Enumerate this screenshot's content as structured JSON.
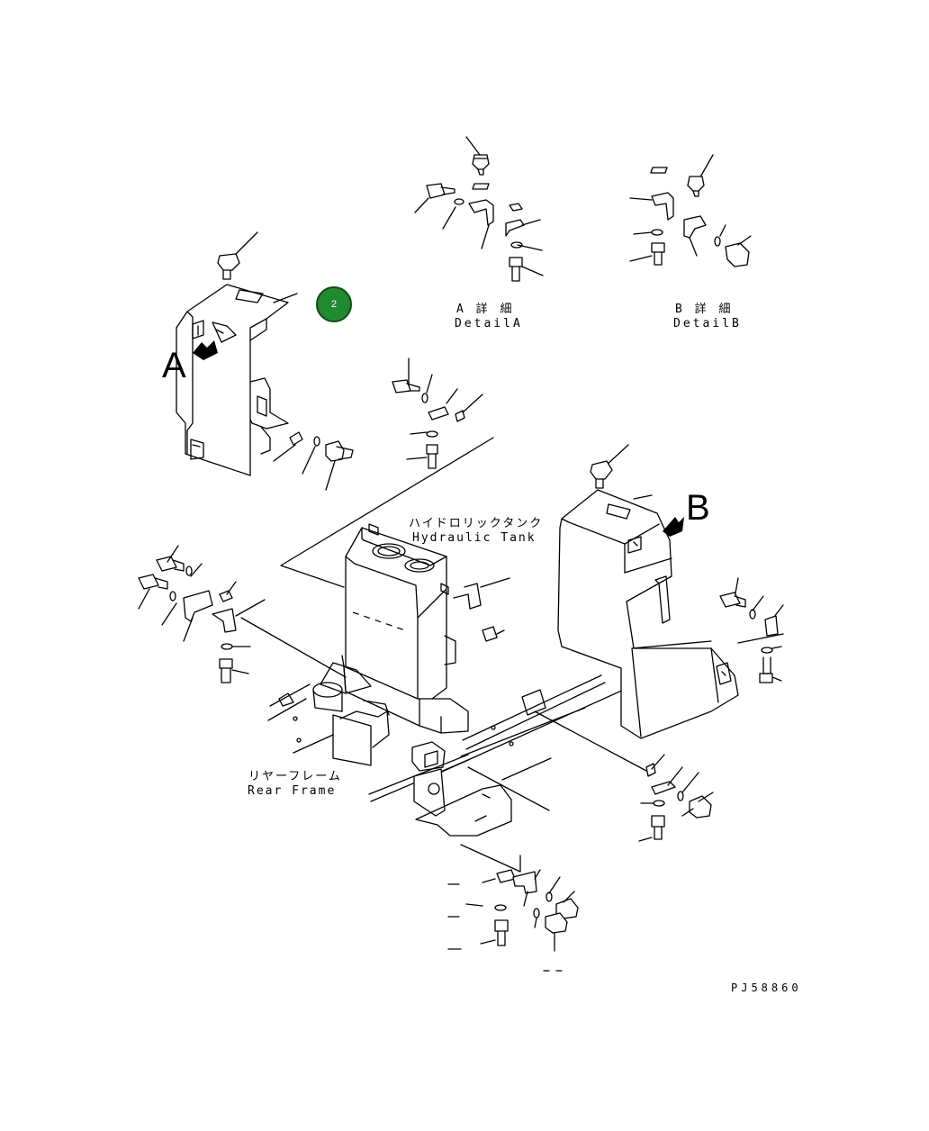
{
  "diagram": {
    "labels": {
      "view_a": "A",
      "view_b": "B",
      "detail_a_jp": "A 詳 細",
      "detail_a_en": "DetailA",
      "detail_b_jp": "B 詳 細",
      "detail_b_en": "DetailB",
      "hydraulic_tank_jp": "ハイドロリックタンク",
      "hydraulic_tank_en": "Hydraulic Tank",
      "rear_frame_jp": "リヤーフレーム",
      "rear_frame_en": "Rear Frame",
      "drawing_code": "PJ58860"
    },
    "marker": {
      "label": "2",
      "color": "#1f8a2e"
    }
  }
}
